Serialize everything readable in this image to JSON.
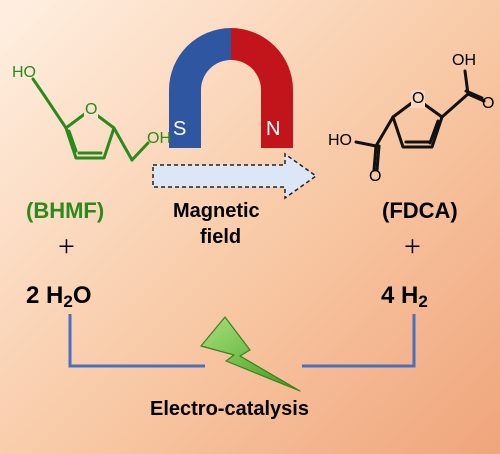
{
  "magnet": {
    "south_label": "S",
    "north_label": "N",
    "south_color": "#2f57a1",
    "north_color": "#c1151b"
  },
  "bhmf": {
    "name": "(BHMF)",
    "plus": "+",
    "oh_left": "HO",
    "oh_right": "OH",
    "ring_o": "O",
    "color": "#2a8a1a"
  },
  "fdca": {
    "name": "(FDCA)",
    "plus": "+",
    "oh_left": "HO",
    "oh_top": "OH",
    "ring_o": "O",
    "carbonyl_left": "O",
    "carbonyl_right": "O"
  },
  "arrow": {
    "label_line1": "Magnetic",
    "label_line2": "field",
    "fill_color": "#dbe6f7"
  },
  "reactant_water": {
    "coef": "2 H",
    "sub": "2",
    "rest": "O"
  },
  "product_hydrogen": {
    "coef": "4 H",
    "sub": "2"
  },
  "electrocatalysis": {
    "label": "Electro-catalysis",
    "bracket_color": "#4a6fc0",
    "bolt_color": "#5bb832"
  }
}
